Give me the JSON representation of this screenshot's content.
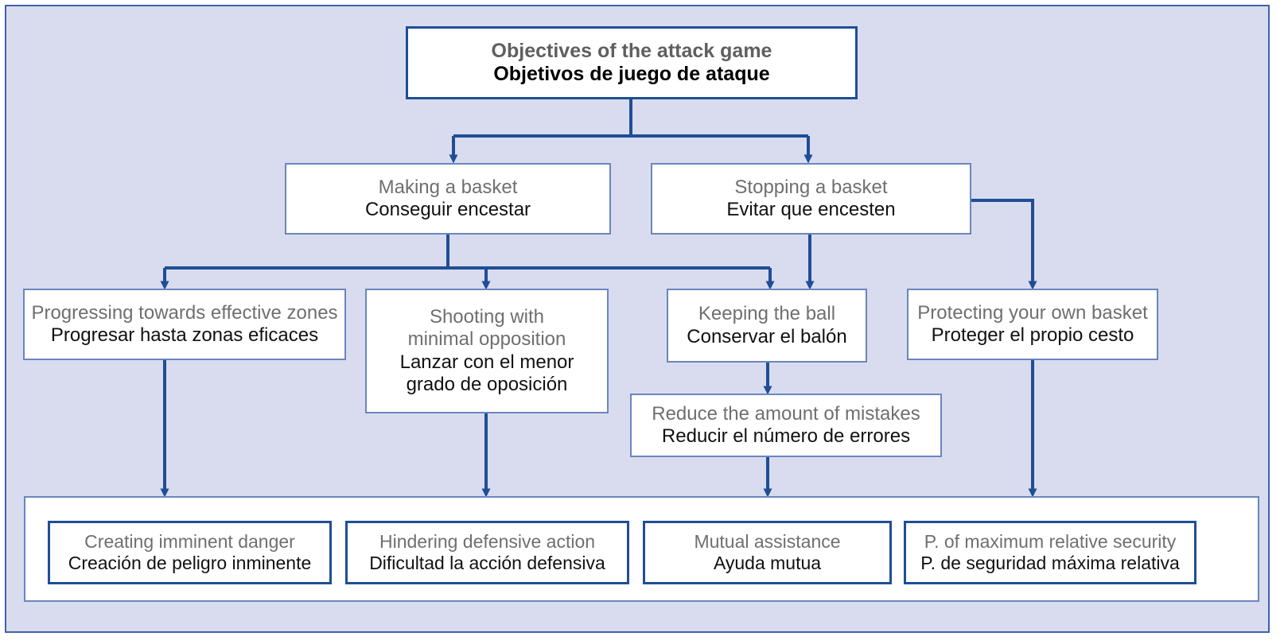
{
  "diagram": {
    "title": "Objectives of the attack game / Objetivos de juego de ataque",
    "colors": {
      "panel_background": "#d9dcef",
      "panel_border": "#3f62a8",
      "box_fill": "#ffffff",
      "box_border_thin": "#6a86be",
      "box_border_thick": "#1f4e96",
      "connector": "#1f4e96",
      "english_text": "#6f6f6f",
      "spanish_text": "#111111"
    },
    "root": {
      "en": "Objectives of the attack game",
      "es": "Objetivos de juego de ataque"
    },
    "level2": [
      {
        "en": "Making a basket",
        "es": "Conseguir encestar"
      },
      {
        "en": "Stopping a basket",
        "es": "Evitar que encesten"
      }
    ],
    "level3": [
      {
        "en": "Progressing towards effective zones",
        "es": "Progresar hasta zonas eficaces"
      },
      {
        "en": "Shooting with\nminimal opposition",
        "es": "Lanzar con el menor\ngrado de oposición"
      },
      {
        "en": "Keeping the ball",
        "es": "Conservar el balón"
      },
      {
        "en": "Protecting your own basket",
        "es": "Proteger el propio cesto"
      }
    ],
    "level4": [
      {
        "en": "Reduce the amount of mistakes",
        "es": "Reducir el número de errores"
      }
    ],
    "level5": [
      {
        "en": "Creating imminent danger",
        "es": "Creación de peligro inminente"
      },
      {
        "en": "Hindering defensive action",
        "es": "Dificultad la acción defensiva"
      },
      {
        "en": "Mutual assistance",
        "es": "Ayuda mutua"
      },
      {
        "en": "P. of maximum relative security",
        "es": "P. de seguridad máxima relativa"
      }
    ]
  }
}
